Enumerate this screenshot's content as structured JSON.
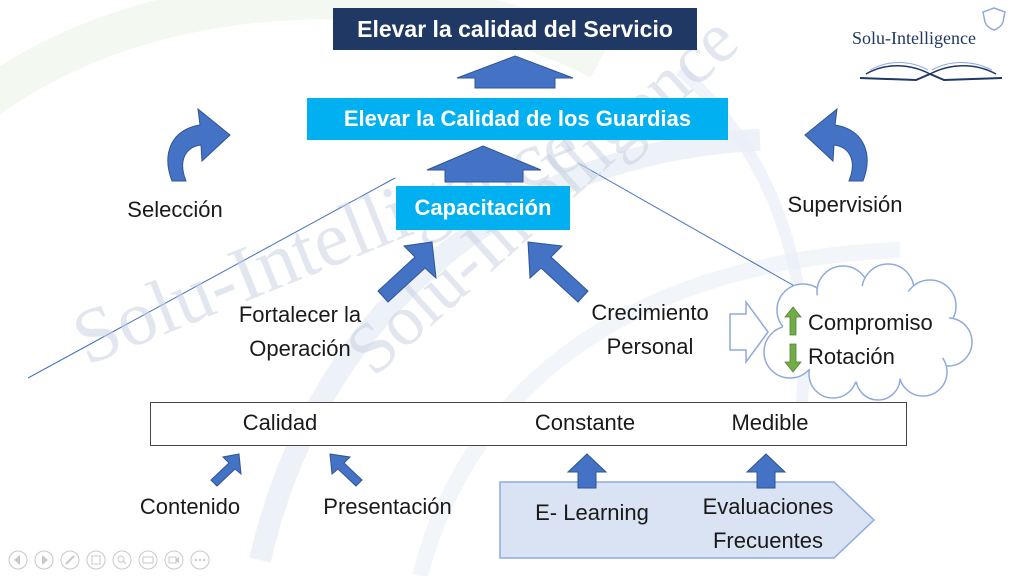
{
  "slide": {
    "title": "Elevar la calidad del Servicio",
    "subtitle": "Elevar la Calidad de los Guardias",
    "core": "Capacitación",
    "left_side": "Selección",
    "right_side": "Supervisión",
    "left_branch": [
      "Fortalecer la",
      "Operación"
    ],
    "right_branch": [
      "Crecimiento",
      "Personal"
    ],
    "cloud": [
      "Compromiso",
      "Rotación"
    ],
    "attributes": [
      "Calidad",
      "Constante",
      "Medible"
    ],
    "bottom_left": [
      "Contenido",
      "Presentación"
    ],
    "bottom_right": [
      "E- Learning",
      "Evaluaciones",
      "Frecuentes"
    ]
  },
  "logo": {
    "text": "Solu-Intelligence"
  },
  "watermark": {
    "text": "Solu-Intelligence"
  },
  "colors": {
    "title_bg": "#203864",
    "accent_cyan": "#00b0f0",
    "arrow_blue": "#4472c4",
    "cloud_arrow_green": "#70ad47",
    "panel_fill": "#dae3f3"
  },
  "toolbar_icons": [
    "previous-icon",
    "next-icon",
    "pen-icon",
    "slides-icon",
    "zoom-icon",
    "subtitles-icon",
    "camera-icon",
    "more-icon"
  ]
}
